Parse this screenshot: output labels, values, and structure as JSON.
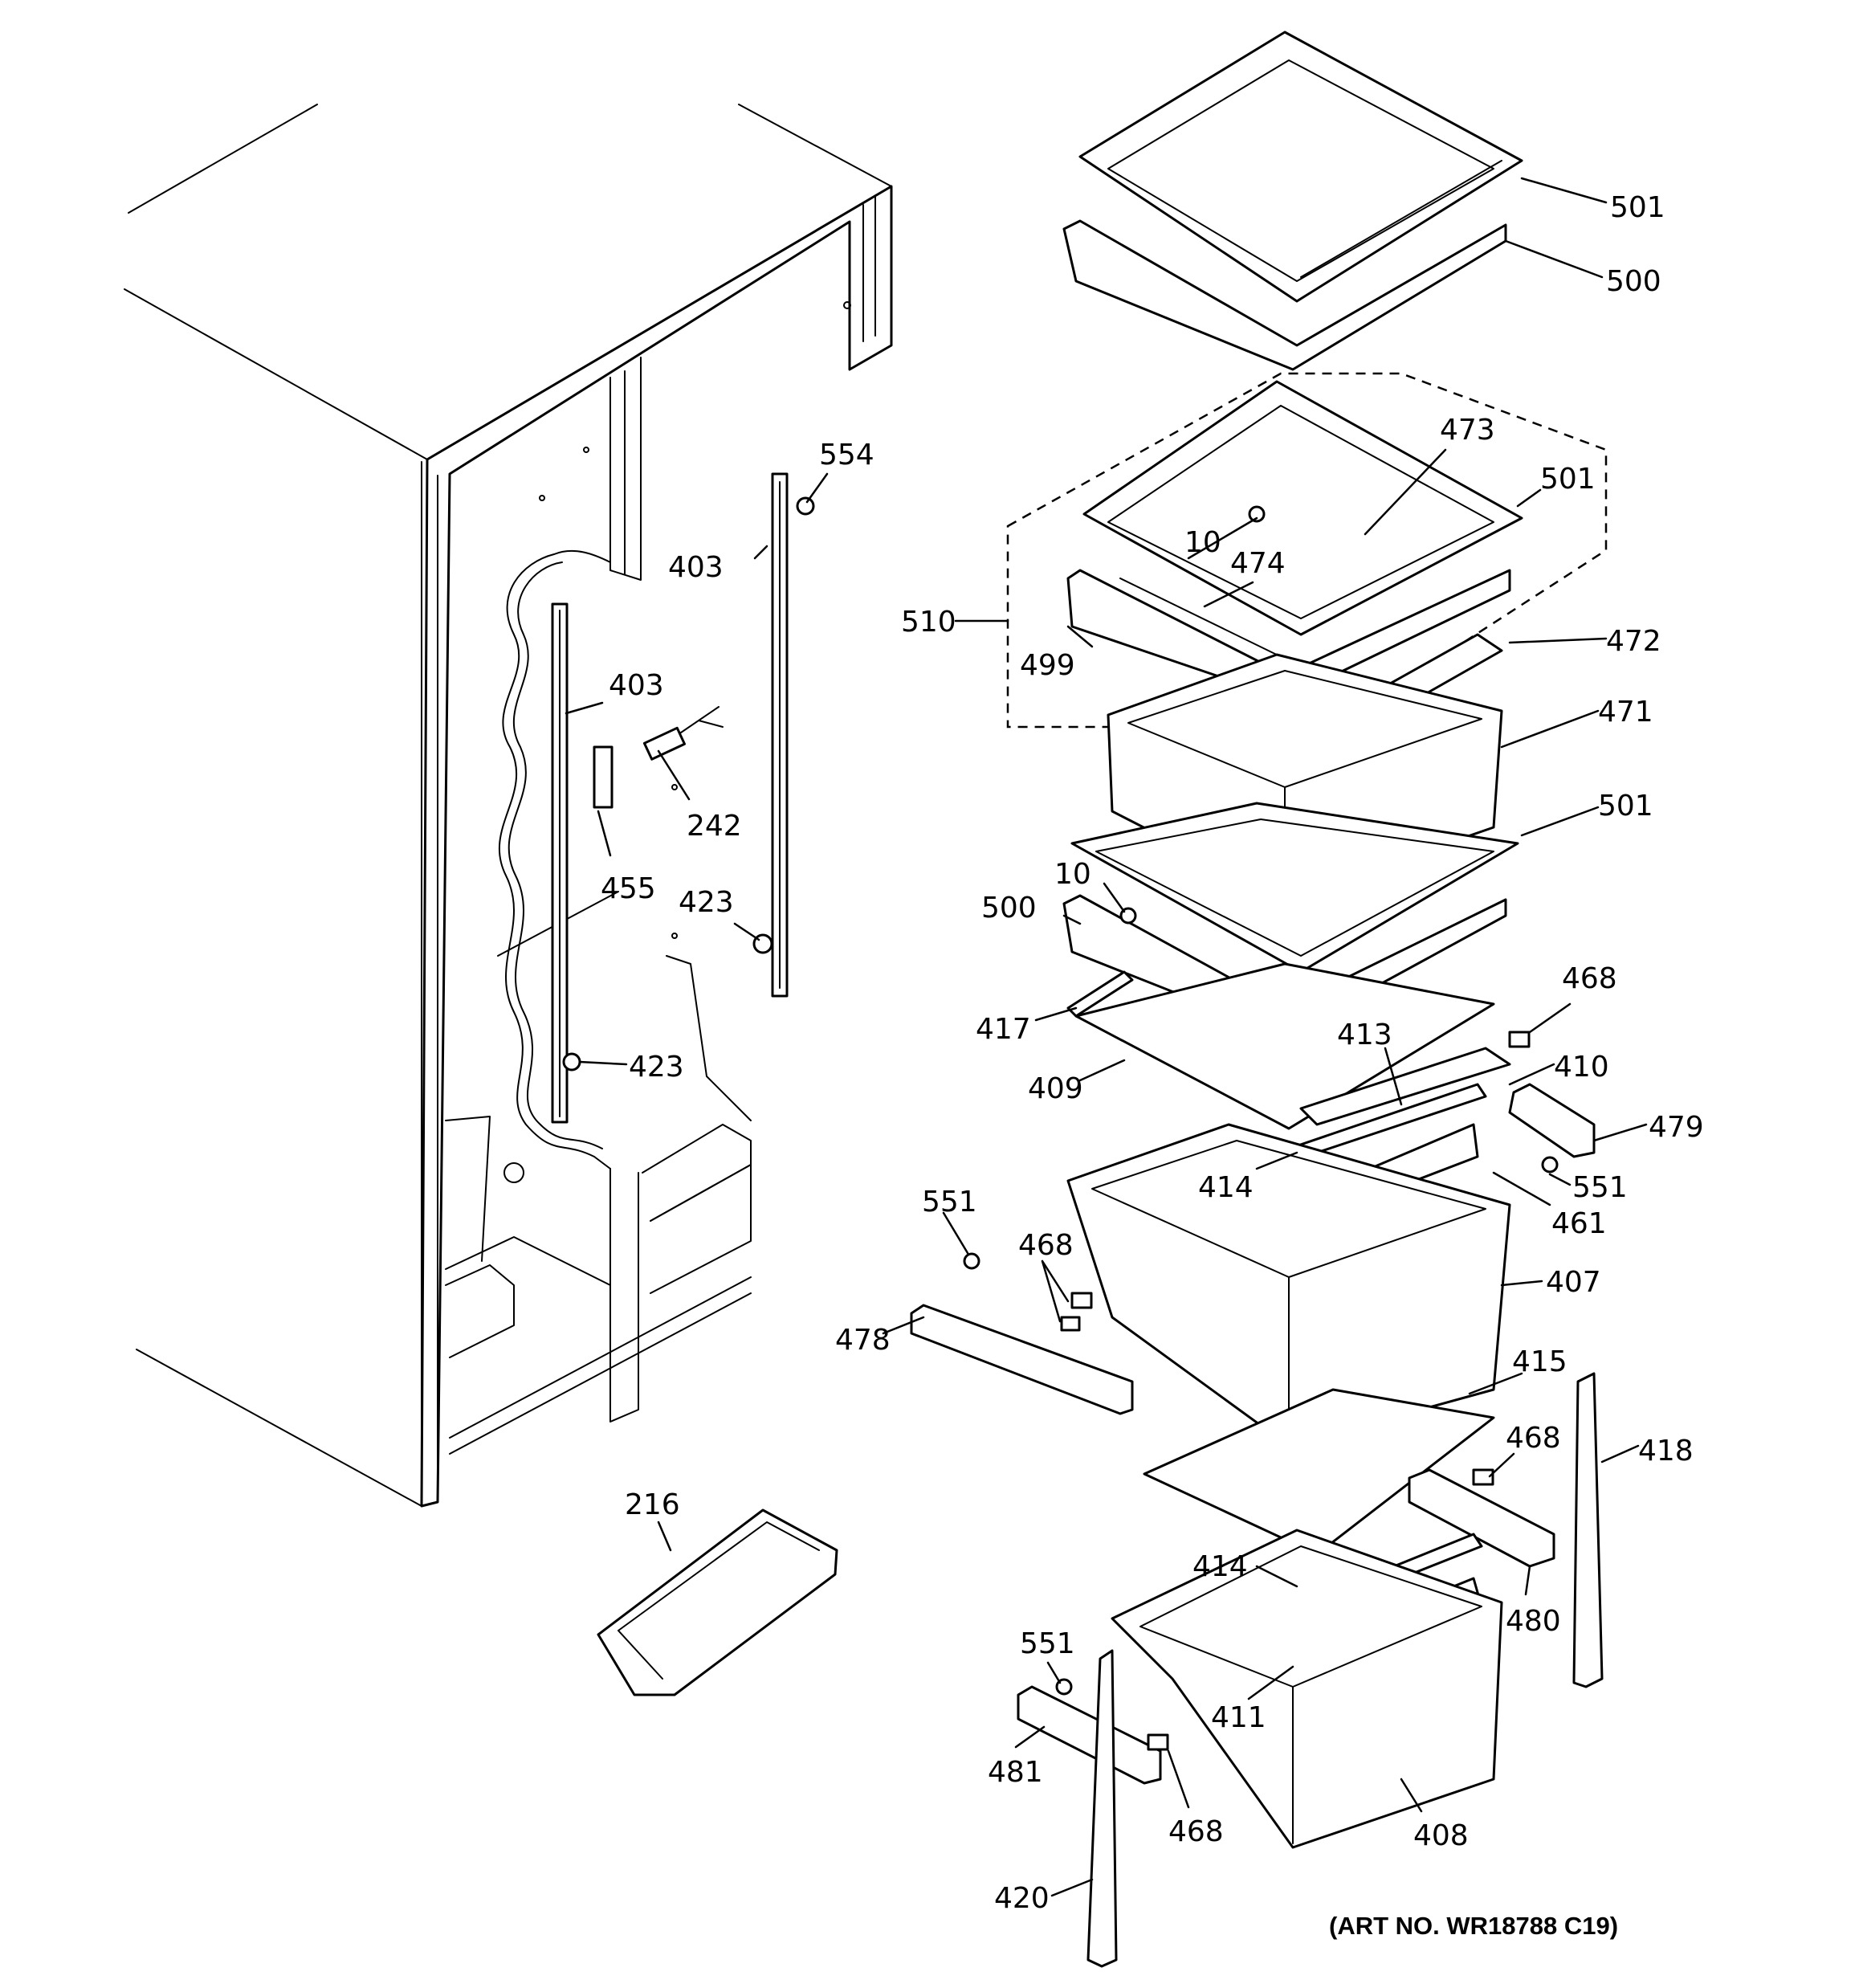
{
  "diagram": {
    "art_number": "(ART NO. WR18788 C19)",
    "callouts": [
      {
        "id": "c501a",
        "text": "501"
      },
      {
        "id": "c500a",
        "text": "500"
      },
      {
        "id": "c554",
        "text": "554"
      },
      {
        "id": "c473",
        "text": "473"
      },
      {
        "id": "c501b",
        "text": "501"
      },
      {
        "id": "c403a",
        "text": "403"
      },
      {
        "id": "c10a",
        "text": "10"
      },
      {
        "id": "c474",
        "text": "474"
      },
      {
        "id": "c510",
        "text": "510"
      },
      {
        "id": "c472",
        "text": "472"
      },
      {
        "id": "c499",
        "text": "499"
      },
      {
        "id": "c403b",
        "text": "403"
      },
      {
        "id": "c471",
        "text": "471"
      },
      {
        "id": "c242",
        "text": "242"
      },
      {
        "id": "c501c",
        "text": "501"
      },
      {
        "id": "c10b",
        "text": "10"
      },
      {
        "id": "c455",
        "text": "455"
      },
      {
        "id": "c423a",
        "text": "423"
      },
      {
        "id": "c500b",
        "text": "500"
      },
      {
        "id": "c468a",
        "text": "468"
      },
      {
        "id": "c417",
        "text": "417"
      },
      {
        "id": "c413",
        "text": "413"
      },
      {
        "id": "c423b",
        "text": "423"
      },
      {
        "id": "c410",
        "text": "410"
      },
      {
        "id": "c409",
        "text": "409"
      },
      {
        "id": "c479",
        "text": "479"
      },
      {
        "id": "c414a",
        "text": "414"
      },
      {
        "id": "c551a",
        "text": "551"
      },
      {
        "id": "c551b",
        "text": "551"
      },
      {
        "id": "c461",
        "text": "461"
      },
      {
        "id": "c468b",
        "text": "468"
      },
      {
        "id": "c407",
        "text": "407"
      },
      {
        "id": "c478",
        "text": "478"
      },
      {
        "id": "c415",
        "text": "415"
      },
      {
        "id": "c216",
        "text": "216"
      },
      {
        "id": "c468c",
        "text": "468"
      },
      {
        "id": "c418",
        "text": "418"
      },
      {
        "id": "c414b",
        "text": "414"
      },
      {
        "id": "c480",
        "text": "480"
      },
      {
        "id": "c551c",
        "text": "551"
      },
      {
        "id": "c411",
        "text": "411"
      },
      {
        "id": "c481",
        "text": "481"
      },
      {
        "id": "c468d",
        "text": "468"
      },
      {
        "id": "c408",
        "text": "408"
      },
      {
        "id": "c420",
        "text": "420"
      }
    ]
  }
}
